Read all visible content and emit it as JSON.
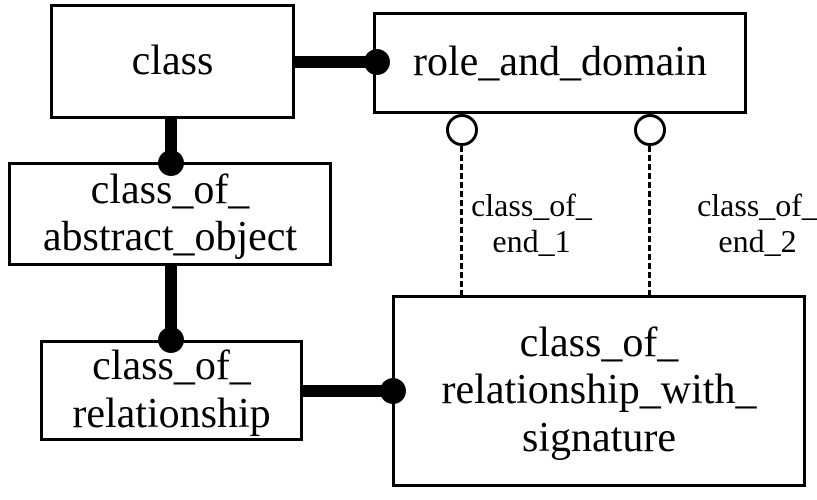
{
  "diagram": {
    "type": "entity-relationship-model",
    "colors": {
      "background": "#ffffff",
      "stroke": "#000000",
      "text": "#000000"
    },
    "nodes": {
      "class": {
        "label": "class"
      },
      "role_and_domain": {
        "label": "role_and_domain"
      },
      "class_of_abstract_object": {
        "label": "class_of_\nabstract_object"
      },
      "class_of_relationship": {
        "label": "class_of_\nrelationship"
      },
      "class_of_relationship_with_signature": {
        "label": "class_of_\nrelationship_with_\nsignature"
      }
    },
    "edge_labels": {
      "end_1": {
        "label": "class_of_\nend_1"
      },
      "end_2": {
        "label": "class_of_\nend_2"
      }
    },
    "edges": [
      {
        "from": "class",
        "to": "role_and_domain",
        "line": "thick-solid",
        "terminator": "filled-dot"
      },
      {
        "from": "class",
        "to": "class_of_abstract_object",
        "line": "thick-solid",
        "terminator": "filled-dot"
      },
      {
        "from": "class_of_abstract_object",
        "to": "class_of_relationship",
        "line": "thick-solid",
        "terminator": "filled-dot"
      },
      {
        "from": "class_of_relationship",
        "to": "class_of_relationship_with_signature",
        "line": "thick-solid",
        "terminator": "filled-dot"
      },
      {
        "from": "role_and_domain",
        "to": "class_of_relationship_with_signature",
        "line": "dashed",
        "terminator": "open-circle",
        "label": "class_of_end_1"
      },
      {
        "from": "role_and_domain",
        "to": "class_of_relationship_with_signature",
        "line": "dashed",
        "terminator": "open-circle",
        "label": "class_of_end_2"
      }
    ]
  }
}
